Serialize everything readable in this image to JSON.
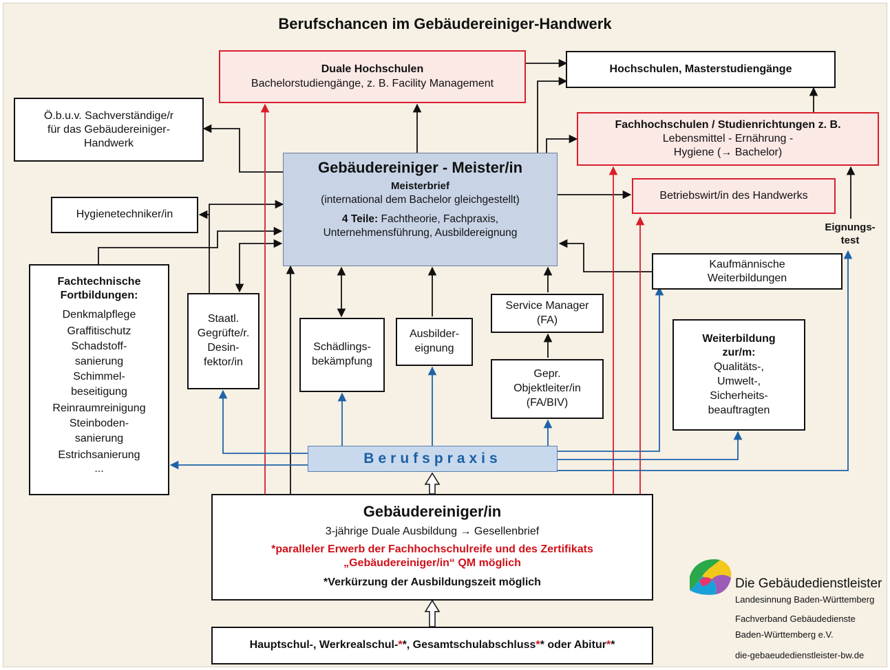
{
  "title": "Berufschancen im Gebäudereiniger-Handwerk",
  "boxes": {
    "duale_hochschulen": {
      "title": "Duale Hochschulen",
      "text": "Bachelorstudiengänge, z. B. Facility Management"
    },
    "hochschulen": {
      "title": "Hochschulen, Masterstudiengänge"
    },
    "sachverstaendige": {
      "lines": [
        "Ö.b.u.v. Sachverständige/r",
        "für das Gebäudereiniger-",
        "Handwerk"
      ]
    },
    "fachhochschulen": {
      "title": "Fachhochschulen / Studienrichtungen z. B.",
      "lines": [
        "Lebensmittel - Ernährung -",
        "Hygiene (→ Bachelor)"
      ]
    },
    "meister": {
      "title": "Gebäudereiniger - Meister/in",
      "subtitle": "Meisterbrief",
      "subtitle_note": "(international dem Bachelor gleichgestellt)",
      "parts_label": "4 Teile:",
      "parts_text": "Fachtheorie, Fachpraxis,",
      "parts_text2": "Unternehmensführung, Ausbildereignung"
    },
    "betriebswirt": {
      "title": "Betriebswirt/in des Handwerks"
    },
    "hygienetechniker": {
      "title": "Hygienetechniker/in"
    },
    "eignungstest": {
      "lines": [
        "Eignungs-",
        "test"
      ]
    },
    "kaufmaennische": {
      "lines": [
        "Kaufmännische",
        "Weiterbildungen"
      ]
    },
    "fachtechnische": {
      "title_lines": [
        "Fachtechnische",
        "Fortbildungen:"
      ],
      "items": [
        "Denkmalpflege",
        "Graffitischutz",
        "Schadstoff-",
        "sanierung",
        "Schimmel-",
        "beseitigung",
        "Reinraumreinigung",
        "Steinboden-",
        "sanierung",
        "Estrichsanierung",
        "..."
      ]
    },
    "desinfektor": {
      "lines": [
        "Staatl.",
        "Gegrüfte/r.",
        "Desin-",
        "fektor/in"
      ]
    },
    "schaedlings": {
      "lines": [
        "Schädlings-",
        "bekämpfung"
      ]
    },
    "ausbilder": {
      "lines": [
        "Ausbilder-",
        "eignung"
      ]
    },
    "service_manager": {
      "lines": [
        "Service Manager",
        "(FA)"
      ]
    },
    "objektleiter": {
      "lines": [
        "Gepr.",
        "Objektleiter/in",
        "(FA/BIV)"
      ]
    },
    "weiterbildung": {
      "title_lines": [
        "Weiterbildung",
        "zur/m:"
      ],
      "lines": [
        "Qualitäts-,",
        "Umwelt-,",
        "Sicherheits-",
        "beauftragten"
      ]
    },
    "berufspraxis": {
      "title": "Berufspraxis"
    },
    "gebaeudereiniger": {
      "title": "Gebäudereiniger/in",
      "text": "3-jährige Duale Ausbildung → Gesellenbrief",
      "red_lines": [
        "*paralleler Erwerb der Fachhochschulreife und des Zertifikats",
        "„Gebäudereiniger/in“ QM möglich"
      ],
      "note": "*Verkürzung der Ausbildungszeit möglich"
    },
    "abschluss": {
      "part1": "Hauptschul-, Werkrealschul-",
      "part2": "*, Gesamtschulabschluss",
      "part3": "* oder Abitur",
      "red_star": "*",
      "black_star": "*"
    }
  },
  "logo": {
    "name": "Die Gebäudedienstleister",
    "line1": "Landesinnung Baden-Württemberg",
    "line2": "Fachverband Gebäudedienste",
    "line3": "Baden-Württemberg e.V.",
    "url": "die-gebaeudedienstleister-bw.de"
  },
  "colors": {
    "black_arrow": "#111111",
    "red_arrow": "#d81e2a",
    "blue_arrow": "#1d63a8",
    "meister_fill": "#c8d4e6",
    "red_box_fill": "#fbe9e6",
    "background": "#f6f0e5"
  }
}
